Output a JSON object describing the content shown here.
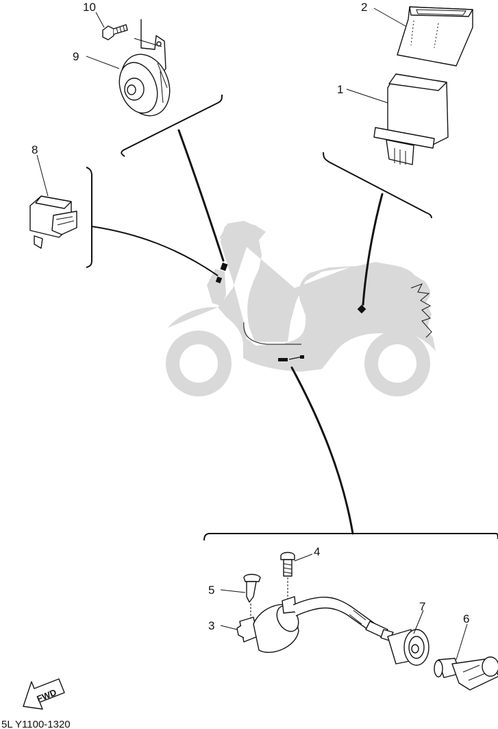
{
  "callouts": {
    "c1": "1",
    "c2": "2",
    "c3": "3",
    "c4": "4",
    "c5": "5",
    "c6": "6",
    "c7": "7",
    "c8": "8",
    "c9": "9",
    "c10": "10"
  },
  "footer": {
    "drawing_code": "5L Y1100-1320"
  },
  "fwd_arrow": {
    "label": "FWD"
  },
  "colors": {
    "ink": "#111111",
    "body_shade": "#d9d9d9",
    "paper": "#ffffff"
  }
}
